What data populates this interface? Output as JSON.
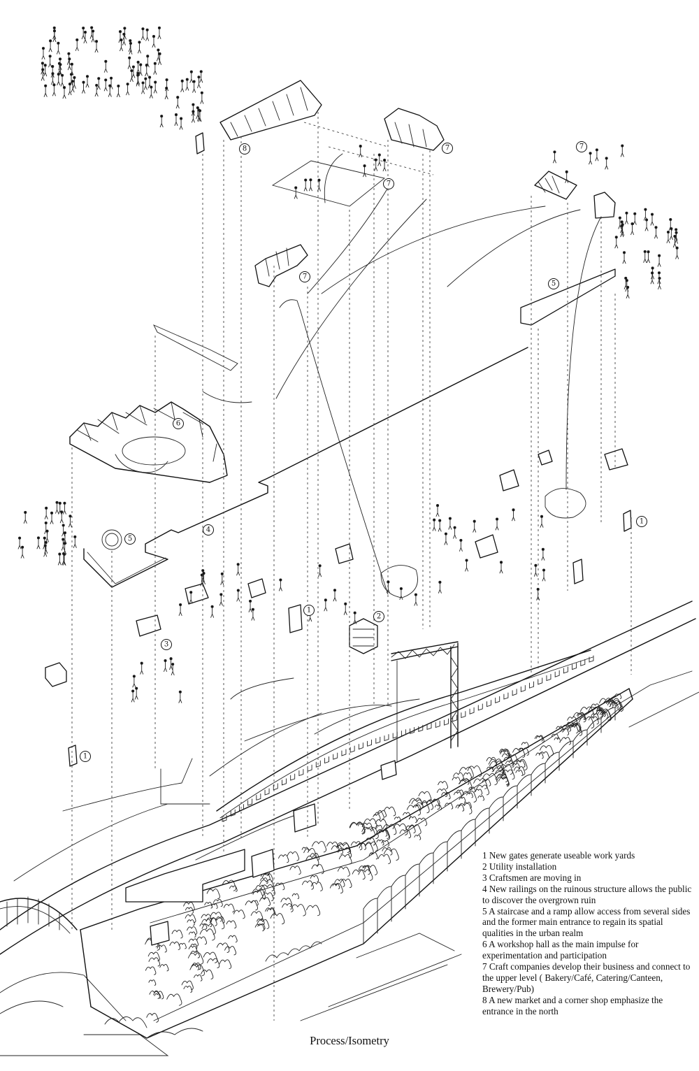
{
  "caption": "Process/Isometry",
  "legend": [
    "1 New gates generate useable work yards",
    "2 Utility installation",
    "3 Craftsmen are moving in",
    "4 New railings on the ruinous structure allows the public to discover the overgrown ruin",
    "5 A staircase and a ramp allow access from several sides and the former main entrance to regain its spatial qualities in the urban realm",
    "6 A workshop hall as the main impulse for experimentation and participation",
    "7 Craft companies develop their business and connect to the upper level ( Bakery/Café, Catering/Canteen, Brewery/Pub)",
    "8 A new market and a corner shop emphasize the entrance in the north"
  ],
  "markers": [
    {
      "label": "8"
    },
    {
      "label": "7"
    },
    {
      "label": "7"
    },
    {
      "label": "7"
    },
    {
      "label": "7"
    },
    {
      "label": "6"
    },
    {
      "label": "5"
    },
    {
      "label": "5"
    },
    {
      "label": "4"
    },
    {
      "label": "3"
    },
    {
      "label": "2"
    },
    {
      "label": "1"
    },
    {
      "label": "1"
    },
    {
      "label": "1"
    }
  ]
}
